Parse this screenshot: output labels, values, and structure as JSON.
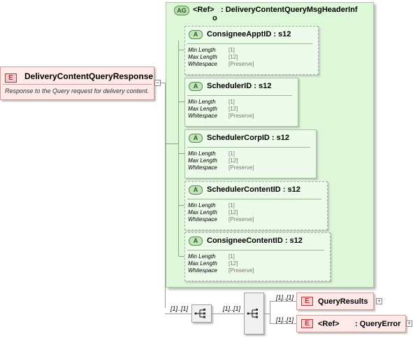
{
  "root": {
    "badge": "E",
    "name": "DeliveryContentQueryResponse",
    "documentation": "Response to the Query request for delivery content."
  },
  "attribute_group": {
    "badge": "AG",
    "ref_label": "<Ref>",
    "name_line1": ": DeliveryContentQueryMsgHeaderInf",
    "name_line2": "o"
  },
  "facet_labels": {
    "min_length": "Min Length",
    "max_length": "Max Length",
    "whitespace": "Whitespace"
  },
  "attributes": [
    {
      "badge": "A",
      "name": "ConsigneeApptID : s12",
      "min_length": "[1]",
      "max_length": "[12]",
      "whitespace": "[Preserve]",
      "optional": true
    },
    {
      "badge": "A",
      "name": "SchedulerID : s12",
      "min_length": "[1]",
      "max_length": "[12]",
      "whitespace": "[Preserve]",
      "optional": false
    },
    {
      "badge": "A",
      "name": "SchedulerCorpID : s12",
      "min_length": "[1]",
      "max_length": "[12]",
      "whitespace": "[Preserve]",
      "optional": false
    },
    {
      "badge": "A",
      "name": "SchedulerContentID : s12",
      "min_length": "[1]",
      "max_length": "[12]",
      "whitespace": "[Preserve]",
      "optional": true
    },
    {
      "badge": "A",
      "name": "ConsigneeContentID : s12",
      "min_length": "[1]",
      "max_length": "[12]",
      "whitespace": "[Preserve]",
      "optional": true
    }
  ],
  "sequence": {
    "outer_cardinality": "[1]..[1]",
    "inner_cardinality": "[1]..[1]"
  },
  "children": [
    {
      "badge": "E",
      "cardinality": "[1]..[1]",
      "ref_label": "",
      "name": "QueryResults"
    },
    {
      "badge": "E",
      "cardinality": "[1]..[1]",
      "ref_label": "<Ref>",
      "name": ": QueryError"
    }
  ],
  "colors": {
    "element_fill": "#ffe9e9",
    "element_badge": "#b23b3b",
    "attribute_group_fill": "#ddf7d8",
    "attribute_fill": "#edfbea"
  }
}
